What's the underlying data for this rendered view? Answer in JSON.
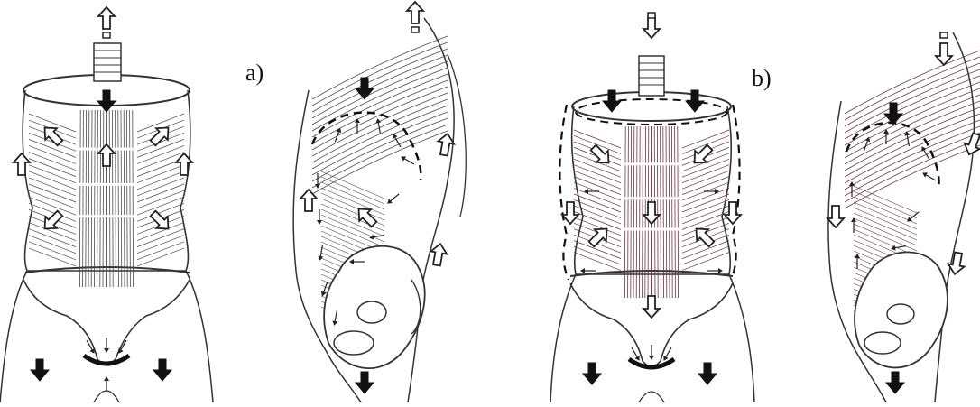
{
  "panels": [
    {
      "id": "a",
      "label": "a)",
      "muscle_color": "#4a4a4a",
      "breathing_phase": "inhale"
    },
    {
      "id": "b",
      "label": "b)",
      "muscle_color": "#6a3340",
      "breathing_phase": "exhale"
    }
  ],
  "colors": {
    "outline": "#222222",
    "arrow_solid": "#111111",
    "arrow_hollow": "#ffffff",
    "background": "#ffffff"
  },
  "icons": [
    "hollow-arrow-icon",
    "solid-arrow-icon",
    "piston-icon"
  ]
}
